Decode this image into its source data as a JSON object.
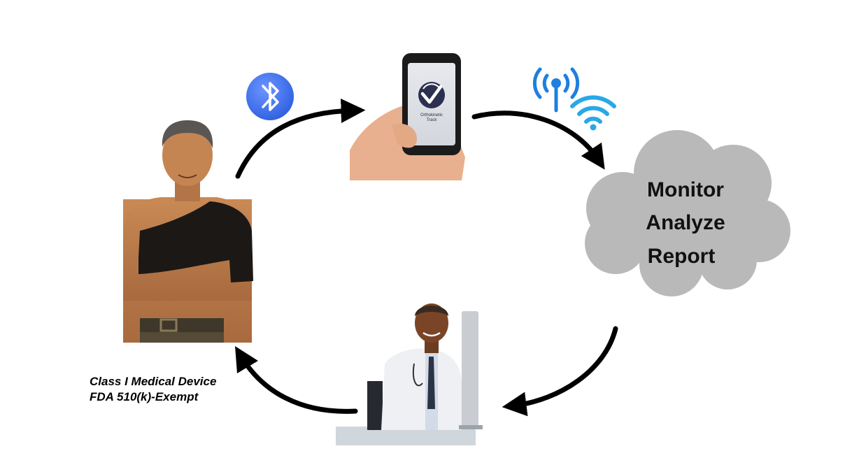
{
  "cloud": {
    "lines": [
      "Monitor",
      "Analyze",
      "Report"
    ]
  },
  "phone": {
    "app_name": "Orthokinetic",
    "app_subtitle": "Track"
  },
  "caption": {
    "line1": "Class I Medical Device",
    "line2": "FDA 510(k)-Exempt"
  },
  "icons": {
    "bluetooth": "bluetooth-icon",
    "antenna": "antenna-signal-icon",
    "wifi": "wifi-icon"
  },
  "colors": {
    "bluetooth_blue": "#3c6de8",
    "signal_blue": "#1e7fe0",
    "cloud_gray": "#b9b9b9",
    "arrow": "#000000",
    "brace": "#1c1816"
  }
}
